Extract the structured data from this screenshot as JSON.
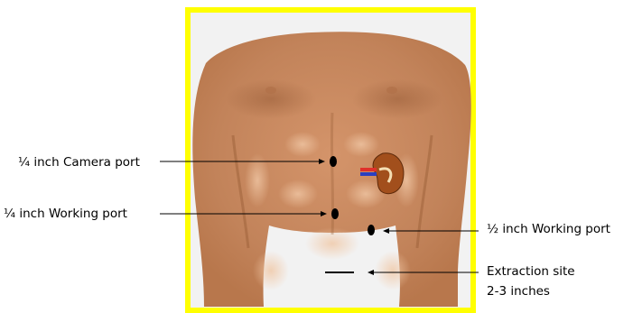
{
  "labels": {
    "camera_port": "¼ inch Camera port",
    "working_port_left": "¼ inch Working port",
    "working_port_right": "½ inch Working port",
    "extraction_line1": "Extraction site",
    "extraction_line2": "2-3 inches"
  },
  "colors": {
    "frame": "#ffff00",
    "skin": "#c98a62",
    "skin_dark": "#a9693f",
    "kidney": "#a24f1c",
    "artery": "#e0302a",
    "vein": "#2b3fc0",
    "port": "#000000"
  }
}
